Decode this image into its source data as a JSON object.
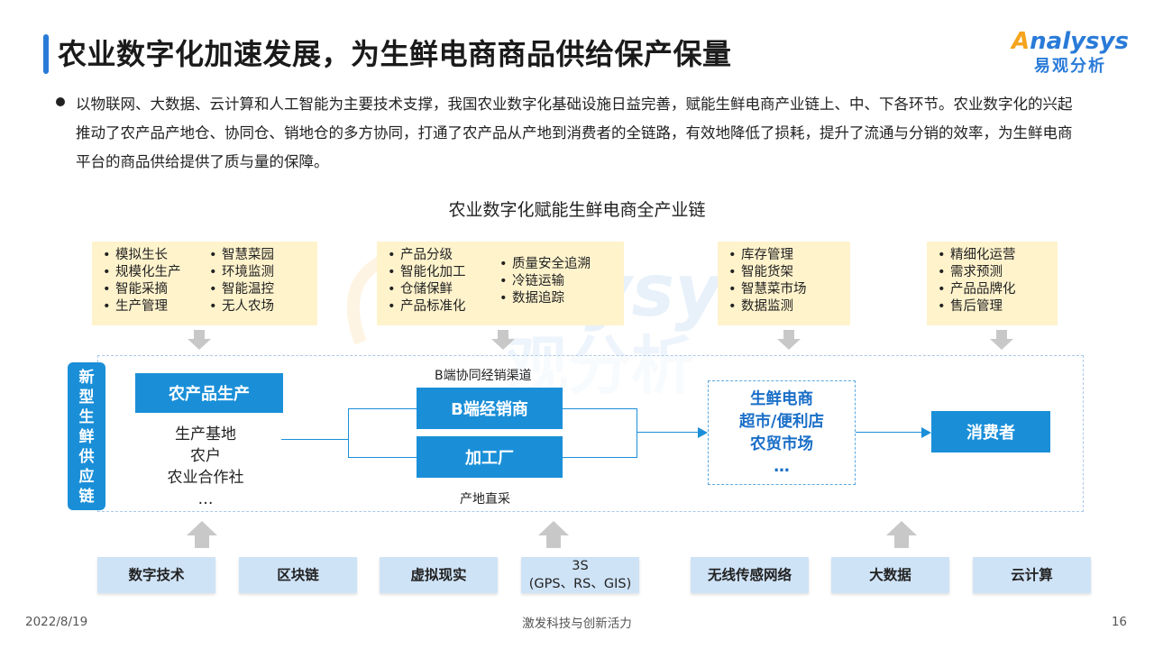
{
  "header": {
    "title": "农业数字化加速发展，为生鲜电商商品供给保产保量"
  },
  "logo": {
    "brand_initial": "A",
    "brand_rest": "nalysys",
    "brand_cn": "易观分析"
  },
  "intro": {
    "text": "以物联网、大数据、云计算和人工智能为主要技术支撑，我国农业数字化基础设施日益完善，赋能生鲜电商产业链上、中、下各环节。农业数字化的兴起推动了农产品产地仓、协同仓、销地仓的多方协同，打通了农产品从产地到消费者的全链路，有效地降低了损耗，提升了流通与分销的效率，为生鲜电商平台的商品供给提供了质与量的保障。"
  },
  "diagram": {
    "title": "农业数字化赋能生鲜电商全产业链",
    "feature_boxes": [
      {
        "col1": [
          "模拟生长",
          "规模化生产",
          "智能采摘",
          "生产管理"
        ],
        "col2": [
          "智慧菜园",
          "环境监测",
          "智能温控",
          "无人农场"
        ]
      },
      {
        "col1": [
          "产品分级",
          "智能化加工",
          "仓储保鲜",
          "产品标准化"
        ],
        "col2": [
          "质量安全追溯",
          "冷链运输",
          "数据追踪"
        ]
      },
      {
        "col1": [
          "库存管理",
          "智能货架",
          "智慧菜市场",
          "数据监测"
        ],
        "col2": []
      },
      {
        "col1": [
          "精细化运营",
          "需求预测",
          "产品品牌化",
          "售后管理"
        ],
        "col2": []
      }
    ],
    "vertical_label": [
      "新",
      "型",
      "生",
      "鲜",
      "供",
      "应",
      "链"
    ],
    "production": {
      "title": "农产品生产",
      "items": [
        "生产基地",
        "农户",
        "农业合作社",
        "…"
      ]
    },
    "channel_top_label": "B端协同经销渠道",
    "distributor": "B端经销商",
    "factory": "加工厂",
    "channel_bottom_label": "产地直采",
    "retail": [
      "生鲜电商",
      "超市/便利店",
      "农贸市场",
      "…"
    ],
    "consumer": "消费者"
  },
  "tech": {
    "items": [
      "数字技术",
      "区块链",
      "虚拟现实",
      "3S\n(GPS、RS、GIS)",
      "无线传感网络",
      "大数据",
      "云计算"
    ]
  },
  "footer": {
    "date": "2022/8/19",
    "slogan": "激发科技与创新活力",
    "page": "16"
  },
  "colors": {
    "accent_blue": "#1a8fd8",
    "feature_bg": "#fff3cc",
    "tech_bg": "#cfe3f7",
    "brand_orange": "#f5a41c"
  }
}
